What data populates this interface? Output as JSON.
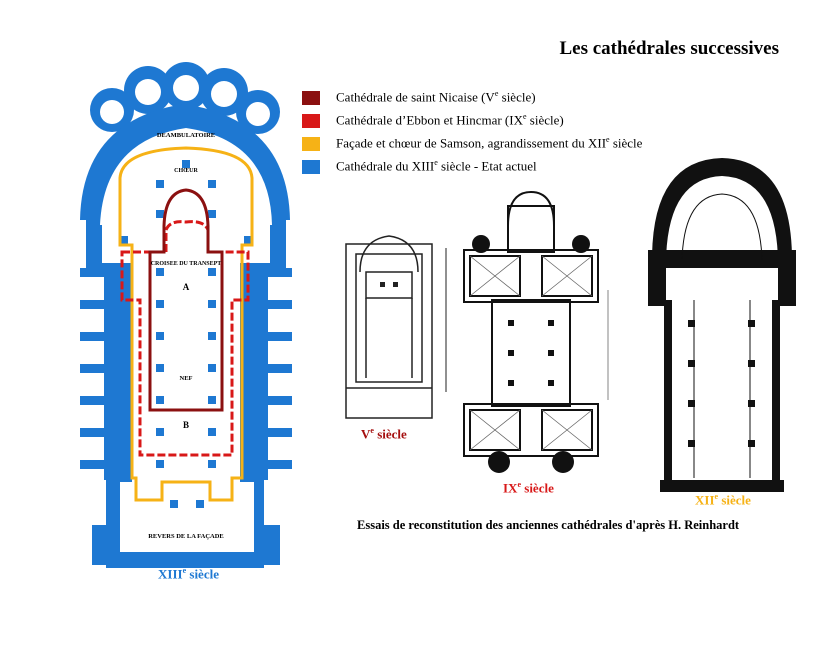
{
  "title": "Les cathédrales successives",
  "colors": {
    "nicaise": "#8b1010",
    "ebbon": "#d81818",
    "samson": "#f6b216",
    "current": "#1e78d2"
  },
  "legend": [
    {
      "base": "Cathédrale de saint Nicaise (V",
      "sup": "e",
      "rest": " siècle)",
      "color": "#8b1010"
    },
    {
      "base": "Cathédrale d’Ebbon et Hincmar (IX",
      "sup": "e",
      "rest": " siècle)",
      "color": "#d81818"
    },
    {
      "base": "Façade et chœur de Samson, agrandissement du XII",
      "sup": "e",
      "rest": " siècle",
      "color": "#f6b216"
    },
    {
      "base": "Cathédrale du XIII",
      "sup": "e",
      "rest": " siècle - Etat actuel",
      "color": "#1e78d2"
    }
  ],
  "main_plan": {
    "labels": {
      "ambulatory": "DEAMBULATOIRE",
      "choir": "CHŒUR",
      "crossing": "CROISEE DU TRANSEPT",
      "a": "A",
      "nave": "NEF",
      "b": "B",
      "facade": "REVERS DE LA FAÇADE"
    },
    "century": {
      "base": "XIII",
      "sup": "e",
      "rest": " siècle"
    }
  },
  "plans": {
    "v": {
      "base": "V",
      "sup": "e",
      "rest": " siècle"
    },
    "ix": {
      "base": "IX",
      "sup": "e",
      "rest": " siècle"
    },
    "xii": {
      "base": "XII",
      "sup": "e",
      "rest": " siècle"
    }
  },
  "caption": "Essais de reconstitution des anciennes cathédrales d'après H. Reinhardt"
}
